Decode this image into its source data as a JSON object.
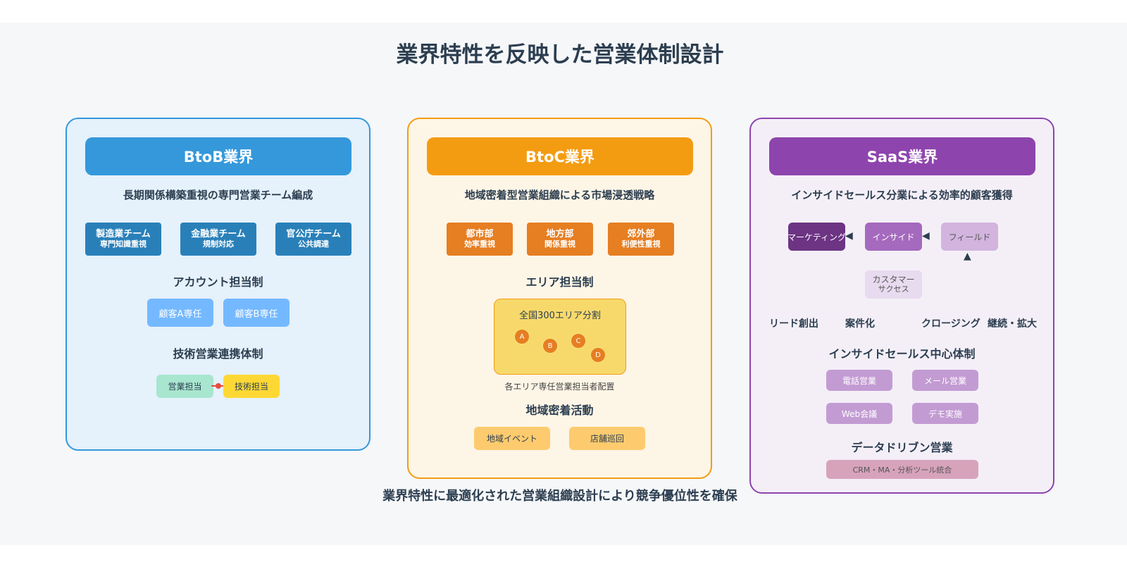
{
  "title": "業界特性を反映した営業体制設計",
  "footer": "業界特性に最適化された営業組織設計により競争優位性を確保",
  "colors": {
    "b2b": "#3498db",
    "b2b_dark": "#2980b9",
    "b2b_light": "#74b9ff",
    "b2c": "#f39c12",
    "b2c_dark": "#e67e22",
    "b2c_light": "#fdcb6e",
    "saas": "#8e44ad",
    "saas_mid": "#a569bd",
    "saas_light": "#d2b4de"
  },
  "b2b": {
    "header": "BtoB業界",
    "subtitle": "長期関係構築重視の専門営業チーム編成",
    "teams": [
      {
        "name": "製造業チーム",
        "note": "専門知識重視"
      },
      {
        "name": "金融業チーム",
        "note": "規制対応"
      },
      {
        "name": "官公庁チーム",
        "note": "公共調達"
      }
    ],
    "account_title": "アカウント担当制",
    "accounts": [
      "顧客A専任",
      "顧客B専任"
    ],
    "tech_title": "技術営業連携体制",
    "tech": {
      "sales": "営業担当",
      "engineer": "技術担当"
    }
  },
  "b2c": {
    "header": "BtoC業界",
    "subtitle": "地域密着型営業組織による市場浸透戦略",
    "regions": [
      {
        "name": "都市部",
        "note": "効率重視"
      },
      {
        "name": "地方部",
        "note": "関係重視"
      },
      {
        "name": "郊外部",
        "note": "利便性重視"
      }
    ],
    "area_title": "エリア担当制",
    "map_label": "全国300エリア分割",
    "map_points": [
      "A",
      "B",
      "C",
      "D"
    ],
    "area_note": "各エリア専任営業担当者配置",
    "local_title": "地域密着活動",
    "activities": [
      "地域イベント",
      "店舗巡回"
    ]
  },
  "saas": {
    "header": "SaaS業界",
    "subtitle": "インサイドセールス分業による効率的顧客獲得",
    "flow": {
      "marketing": "マーケティング",
      "inside": "インサイド",
      "field": "フィールド",
      "cs_line1": "カスタマー",
      "cs_line2": "サクセス"
    },
    "stages": [
      "リード創出",
      "案件化",
      "クロージング",
      "継続・拡大"
    ],
    "inside_title": "インサイドセールス中心体制",
    "channels": [
      "電話営業",
      "メール営業",
      "Web会議",
      "デモ実施"
    ],
    "data_title": "データドリブン営業",
    "tools": "CRM・MA・分析ツール統合"
  }
}
